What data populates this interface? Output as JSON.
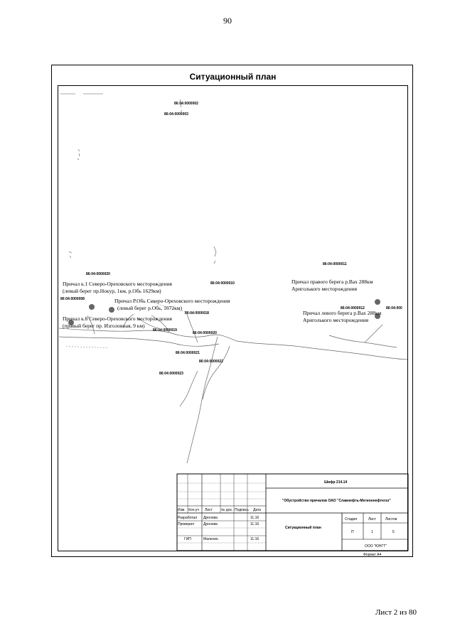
{
  "page": {
    "number": "90",
    "footer": "Лист 2 из 80"
  },
  "map": {
    "title": "Ситуационный план",
    "cadastral": [
      {
        "code": "86:04:0000002"
      },
      {
        "code": "86:04:0000003"
      },
      {
        "code": "86:04:0000011"
      },
      {
        "code": "86:04:0000020"
      },
      {
        "code": "86:04:0000008"
      },
      {
        "code": "86:04:0000010"
      },
      {
        "code": "86:04:0000018"
      },
      {
        "code": "86:04:0000019"
      },
      {
        "code": "86:04:0000020"
      },
      {
        "code": "86:04:0000021"
      },
      {
        "code": "86:04:0000022"
      },
      {
        "code": "86:04:0000023"
      },
      {
        "code": "86:04:0000012"
      },
      {
        "code": "86:04:000"
      }
    ],
    "berths": [
      {
        "line1": "Причал к.1 Северо-Ореховского месторождения",
        "line2": "(левый берег пр.Нокур, 1км, р.Обь 1629км)"
      },
      {
        "line1": "Причал Р.Обь Северо-Ореховского  месторождения",
        "line2": "(левый берег р.Обь, 1672км)"
      },
      {
        "line1": "Причал к.8 Северо-Ореховского месторождения",
        "line2": "(правый  берег  пр. Изголовная, 9 км)"
      },
      {
        "line1": "Причал правого берега р.Вах 288км",
        "line2": "Ариголького месторождения"
      },
      {
        "line1": "Причал левого берега р.Вах 288км",
        "line2": "Ариголького месторождения"
      }
    ]
  },
  "stamp": {
    "doc_code": "Шифр 214.14",
    "project_title": "\"Обустройство причалов ОАО \"Славнефть-Мегионнефтегаз\"",
    "drawing_title": "Ситуационный план",
    "headers": {
      "izm": "Изм.",
      "kol": "Кол.уч",
      "list": "Лист",
      "ndoc": "№ док.",
      "podpis": "Подпись",
      "data": "Дата"
    },
    "rows": [
      {
        "role": "Разработал",
        "name": "Дронова",
        "date": "11.16"
      },
      {
        "role": "Проверил",
        "name": "Дронова",
        "date": "11.16"
      },
      {
        "role": "ГИП",
        "name": "Маленко.",
        "date": "11.16"
      }
    ],
    "stage_label": "Стадия",
    "stage_value": "П",
    "sheet_label": "Лист",
    "sheet_value": "1",
    "sheets_label": "Листов",
    "sheets_value": "5",
    "org": "ООО \"ЮНГТ\"",
    "format": "Формат А4"
  }
}
